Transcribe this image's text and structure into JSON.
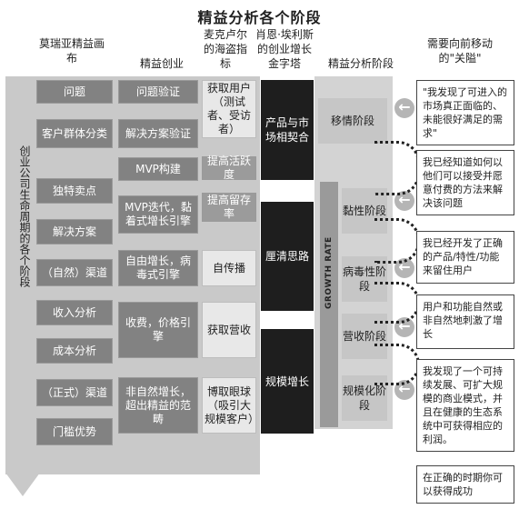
{
  "title": "精益分析各个阶段",
  "headers": {
    "canvas": "莫瑞亚精益画布",
    "startup": "精益创业",
    "pirate": "麦克卢尔的海盗指标",
    "ellis": "肖恩·埃利斯的创业增长金字塔",
    "phases": "精益分析阶段",
    "gates": "需要向前移动的\"关隘\""
  },
  "lifecycle_label": "创业公司生命周期的各个阶段",
  "canvas_items": [
    "问题",
    "客户群体分类",
    "独特卖点",
    "解决方案",
    "（自然）渠道",
    "收入分析",
    "成本分析",
    "（正式）渠道",
    "门槛优势"
  ],
  "startup_items": [
    "问题验证",
    "解决方案验证",
    "MVP构建",
    "MVP迭代，黏着式增长引擎",
    "自由增长，病毒式引擎",
    "收费，价格引擎",
    "非自然增长，超出精益的范畴"
  ],
  "pirate_items": [
    "获取用户（测试者、受访者）",
    "提高活跃度",
    "提高留存率",
    "自传播",
    "获取营收",
    "博取眼球（吸引大规模客户）"
  ],
  "pyramid_items": [
    "产品与市场相契合",
    "厘清思路",
    "规模增长"
  ],
  "growth_rate_label": "GROWTH RATE",
  "phases": [
    "移情阶段",
    "黏性阶段",
    "病毒性阶段",
    "营收阶段",
    "规模化阶段"
  ],
  "gates": [
    "\"我发现了可进入的市场真正面临的、未能很好满足的需求\"",
    "我已经知道如何以他们可以接受并愿意付费的方法来解决该问题",
    "我已经开发了正确的产品/特性/功能来留住用户",
    "用户和功能自然或非自然地刺激了增长",
    "我发现了一个可持续发展、可扩大规模的商业模式，并且在健康的生态系统中可获得相应的利润。",
    "在正确的时期你可以获得成功"
  ],
  "icons": {
    "gate_arrow": "left-arrow-circle-icon",
    "lifecycle_arrow": "down-arrow-icon"
  }
}
